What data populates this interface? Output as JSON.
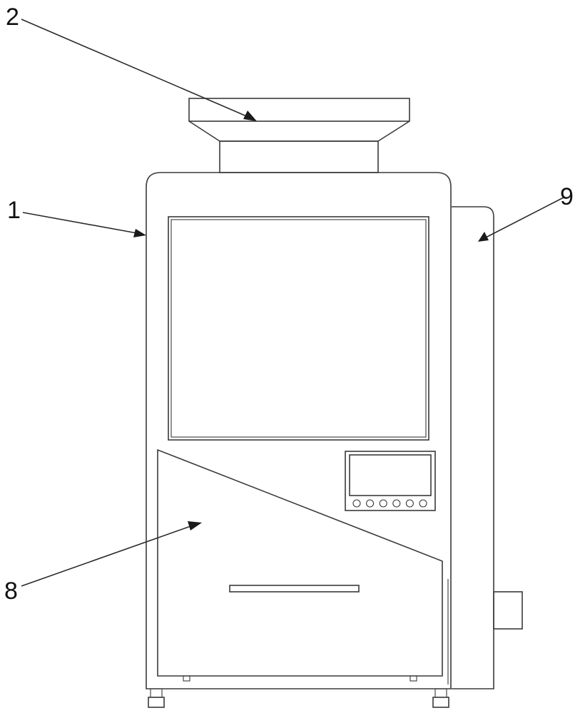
{
  "labels": {
    "part_1": "1",
    "part_2": "2",
    "part_8": "8",
    "part_9": "9"
  },
  "display": {
    "button_count": 6
  },
  "colors": {
    "line": "#3a3a3a",
    "text": "#111111",
    "background": "#ffffff"
  }
}
